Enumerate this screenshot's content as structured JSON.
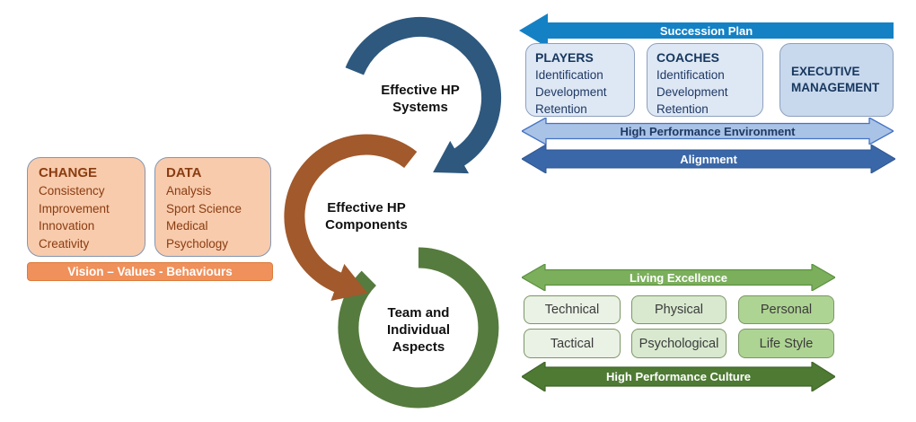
{
  "palette": {
    "systems_blue": "#2E587E",
    "components_brown": "#A2592B",
    "team_green": "#567B3E",
    "succession_blue": "#1581C5",
    "environment_fill": "#A9C3E6",
    "alignment_fill": "#3A67A8",
    "living_fill": "#7BAF5B",
    "culture_fill": "#4E7A33",
    "peach_fill": "#F8CBAD",
    "banner_fill": "#F0905A",
    "navy_text": "#1F3864",
    "rust_text": "#8A3C10"
  },
  "cycle": {
    "systems_label": "Effective HP\nSystems",
    "components_label": "Effective HP\nComponents",
    "team_label": "Team and\nIndividual\nAspects"
  },
  "left_panel": {
    "change": {
      "title": "CHANGE",
      "items": [
        "Consistency",
        "Improvement",
        "Innovation",
        "Creativity"
      ]
    },
    "data": {
      "title": "DATA",
      "items": [
        "Analysis",
        "Sport Science",
        "Medical",
        "Psychology"
      ]
    },
    "banner": "Vision – Values - Behaviours"
  },
  "top_right": {
    "succession_label": "Succession Plan",
    "players": {
      "title": "PLAYERS",
      "items": [
        "Identification",
        "Development",
        "Retention"
      ]
    },
    "coaches": {
      "title": "COACHES",
      "items": [
        "Identification",
        "Development",
        "Retention"
      ]
    },
    "executive": {
      "title": "EXECUTIVE MANAGEMENT"
    },
    "environment_label": "High Performance Environment",
    "alignment_label": "Alignment"
  },
  "bottom_right": {
    "living_label": "Living Excellence",
    "culture_label": "High Performance Culture",
    "rows": [
      [
        "Technical",
        "Physical",
        "Personal"
      ],
      [
        "Tactical",
        "Psychological",
        "Life Style"
      ]
    ]
  }
}
